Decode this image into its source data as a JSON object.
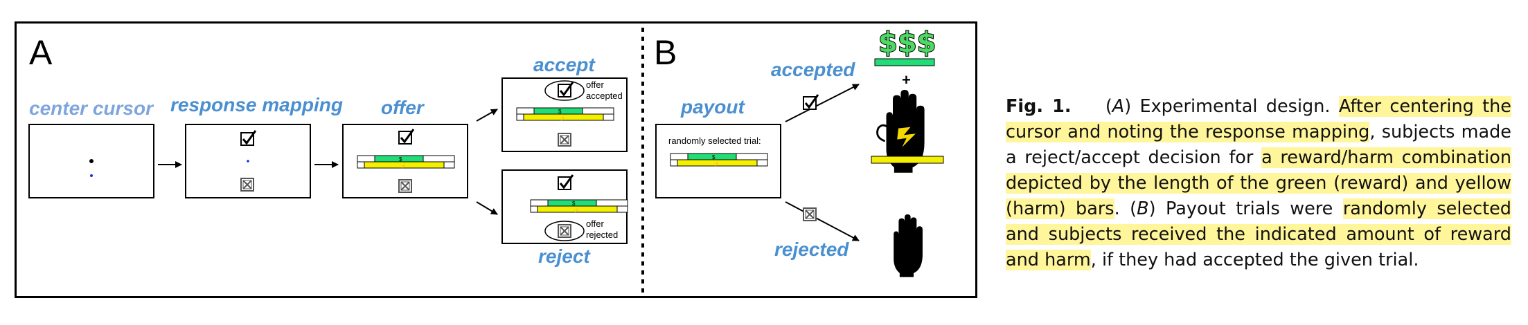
{
  "figure": {
    "panel_a": {
      "letter": "A",
      "steps": {
        "center_cursor": "center cursor",
        "response_mapping": "response mapping",
        "offer": "offer",
        "accept": "accept",
        "reject": "reject"
      },
      "offer_accepted_line1": "offer",
      "offer_accepted_line2": "accepted",
      "offer_rejected_line1": "offer",
      "offer_rejected_line2": "rejected"
    },
    "panel_b": {
      "letter": "B",
      "payout": "payout",
      "randomly_selected_trial": "randomly selected trial:",
      "accepted": "accepted",
      "rejected": "rejected",
      "money": "$$$",
      "plus": "+"
    },
    "colors": {
      "reward_green": "#22dd77",
      "harm_yellow": "#f5f000",
      "label_blue": "#4a8fd0"
    },
    "icons": [
      "checkbox-checked-icon",
      "checkbox-crossed-icon",
      "arrow-icon",
      "shocked-hand-icon",
      "hand-icon",
      "lightning-icon"
    ]
  },
  "caption": {
    "label": "Fig. 1.",
    "seg1": "(",
    "a": "A",
    "seg2": ") Experimental design. ",
    "hl1": "After centering the cursor and noting the response mapping",
    "seg3": ", subjects made a reject/accept decision for ",
    "hl2": "a reward/harm combination depicted by the length of the green (reward) and yellow (harm) bars",
    "seg4": ". (",
    "b": "B",
    "seg5": ") Payout trials were ",
    "hl3": "randomly selected and subjects received the indicated amount of reward and harm",
    "seg6": ", if they had accepted the given trial."
  }
}
